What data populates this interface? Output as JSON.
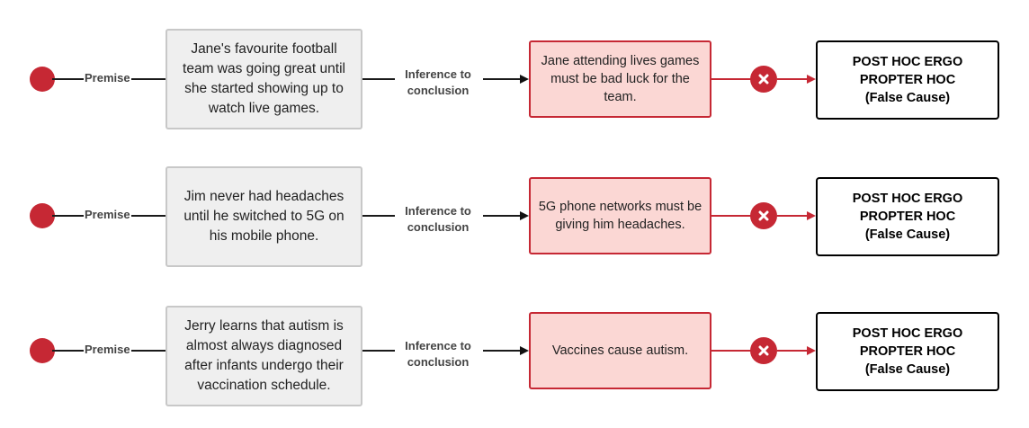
{
  "colors": {
    "accent_red": "#c62834",
    "premise_fill": "#efefef",
    "premise_border": "#c8c8c8",
    "conclusion_fill": "#fbd7d4",
    "line_dark": "#1a1a1a"
  },
  "icons": {
    "start": "red-dot-icon",
    "fallacy": "x-circle-icon"
  },
  "rows": [
    {
      "premise_label": "Premise",
      "premise_text": "Jane's favourite football team was going great until she started showing up to watch live games.",
      "inference_label_line1": "Inference to",
      "inference_label_line2": "conclusion",
      "conclusion_text": "Jane attending lives games must be bad luck for the team.",
      "verdict_line1": "POST HOC ERGO",
      "verdict_line2": "PROPTER HOC",
      "verdict_line3": "(False Cause)"
    },
    {
      "premise_label": "Premise",
      "premise_text": "Jim never had headaches until he switched to 5G on his mobile phone.",
      "inference_label_line1": "Inference to",
      "inference_label_line2": "conclusion",
      "conclusion_text": "5G phone networks must be giving him headaches.",
      "verdict_line1": "POST HOC ERGO",
      "verdict_line2": "PROPTER HOC",
      "verdict_line3": "(False Cause)"
    },
    {
      "premise_label": "Premise",
      "premise_text": "Jerry learns that autism is almost always diagnosed after infants undergo their vaccination schedule.",
      "inference_label_line1": "Inference to",
      "inference_label_line2": "conclusion",
      "conclusion_text": "Vaccines cause autism.",
      "verdict_line1": "POST HOC ERGO",
      "verdict_line2": "PROPTER HOC",
      "verdict_line3": "(False Cause)"
    }
  ]
}
